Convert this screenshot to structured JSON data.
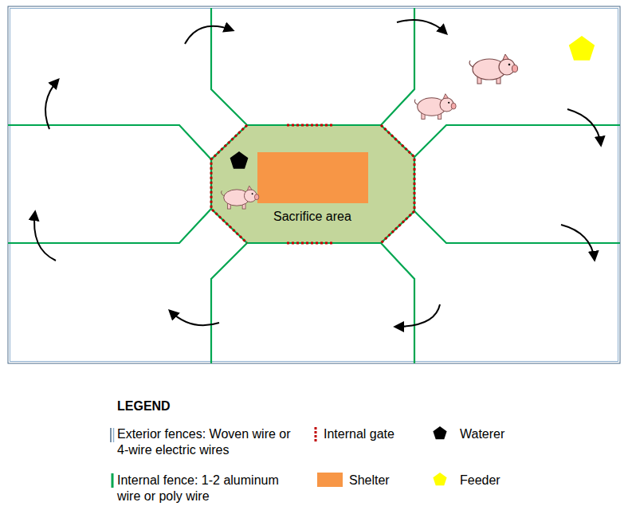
{
  "diagram": {
    "nodes": [
      {
        "text": [
          "Sacrifice area"
        ]
      }
    ],
    "edges": [],
    "labels": [
      "LEGEND"
    ],
    "legend": [
      {
        "text": "Exterior fences: Woven wire or 4-wire electric wires"
      },
      {
        "text": "Internal gate"
      },
      {
        "text": "Waterer"
      },
      {
        "text": "Internal fence: 1-2 aluminum wire or poly wire"
      },
      {
        "text": "Shelter",
        "color": "#f79646"
      },
      {
        "text": "Feeder"
      }
    ]
  }
}
